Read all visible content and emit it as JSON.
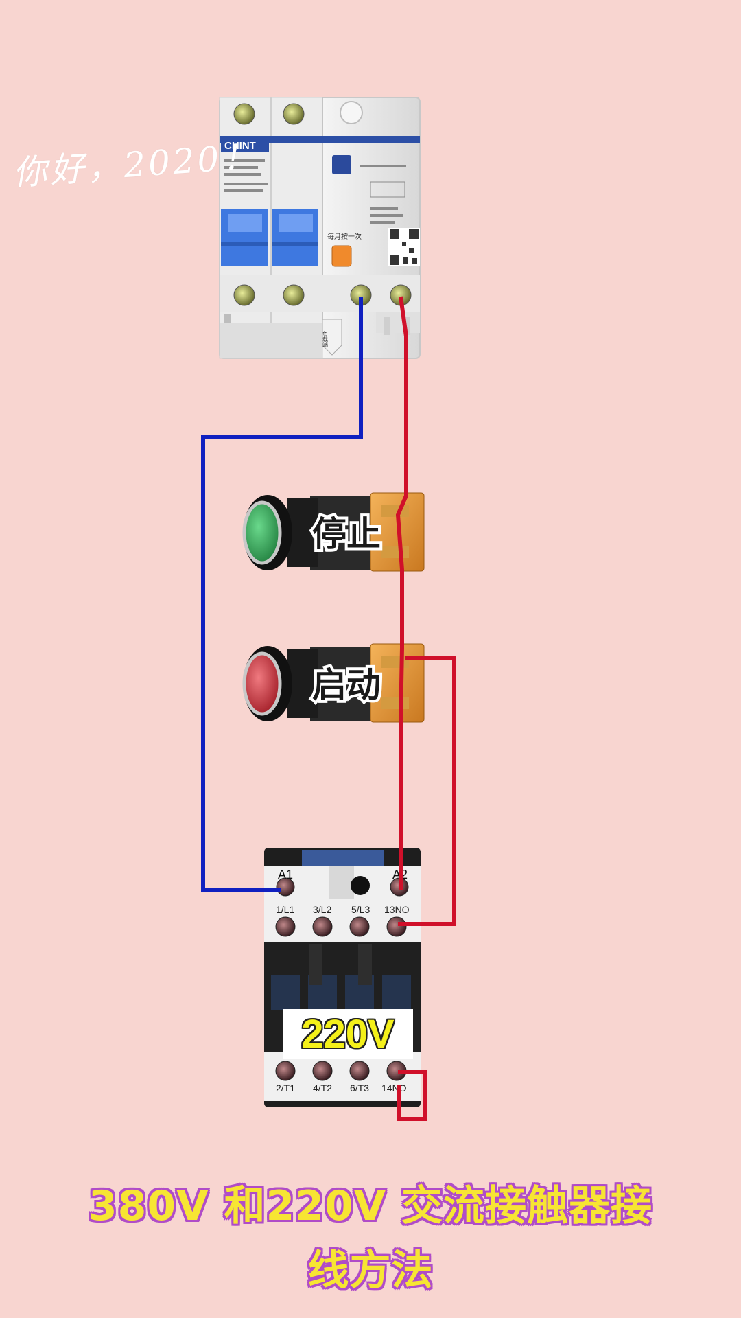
{
  "watermark": "你好，2020！",
  "breaker": {
    "brand": "CHINT",
    "test_button_label": "每月按一次",
    "load_side_label": "负载端"
  },
  "stop_button": {
    "label": "停止",
    "color": "#3aa35a"
  },
  "start_button": {
    "label": "启动",
    "color": "#d8343c"
  },
  "contactor": {
    "coil_terminals": [
      "A1",
      "A2"
    ],
    "top_terminals": [
      "1/L1",
      "3/L2",
      "5/L3",
      "13NO"
    ],
    "bottom_terminals": [
      "2/T1",
      "4/T2",
      "6/T3",
      "14NO"
    ],
    "voltage": "220V"
  },
  "wire_colors": {
    "neutral": "#1020c0",
    "live": "#d0102a"
  },
  "caption": {
    "line1": "380V 和220V 交流接触器接",
    "line2": "线方法"
  }
}
